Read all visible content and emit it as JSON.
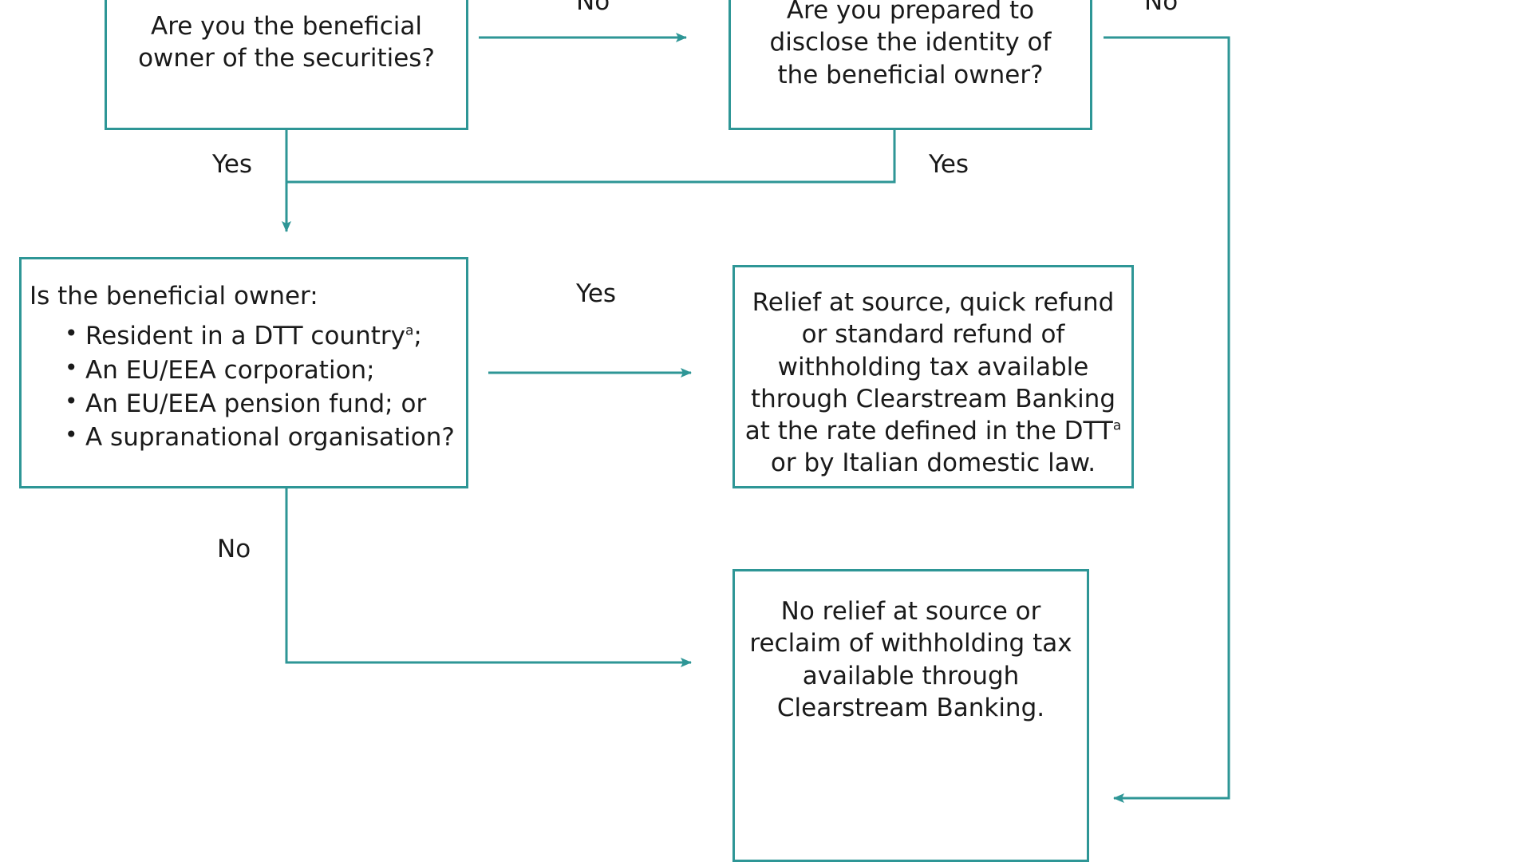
{
  "diagram": {
    "type": "flowchart",
    "accent_color": "#2e9696",
    "text_color": "#1a1a1a",
    "background_color": "#ffffff"
  },
  "nodes": {
    "beneficial_owner_question": {
      "lines": [
        "Are you the beneficial",
        "owner of the securities?"
      ],
      "align": "center"
    },
    "disclose_identity_question": {
      "lines": [
        "Are you prepared to",
        "disclose the identity of",
        "the beneficial owner?"
      ],
      "align": "center"
    },
    "is_beneficial_owner_question": {
      "heading": "Is the beneficial owner:",
      "bullets": [
        "Resident in a DTT country",
        "An EU/EEA corporation;",
        "An EU/EEA pension fund; or",
        "A supranational organisation?"
      ],
      "bullet_suffixes": [
        ";",
        "",
        "",
        ""
      ],
      "footnote_marker": "a",
      "align": "left"
    },
    "relief_available": {
      "lines": [
        "Relief at source, quick refund",
        "or standard refund of",
        "withholding tax available",
        "through Clearstream Banking",
        "at the rate defined in the DTT",
        "or by Italian domestic law."
      ],
      "footnote_marker": "a",
      "align": "center"
    },
    "no_relief": {
      "lines": [
        "No relief at source or",
        "reclaim of withholding tax",
        "available through",
        "Clearstream Banking."
      ],
      "align": "center"
    }
  },
  "edge_labels": {
    "no_top": "No",
    "no_top_right": "No",
    "yes_left": "Yes",
    "yes_right": "Yes",
    "yes_mid": "Yes",
    "no_mid": "No"
  }
}
